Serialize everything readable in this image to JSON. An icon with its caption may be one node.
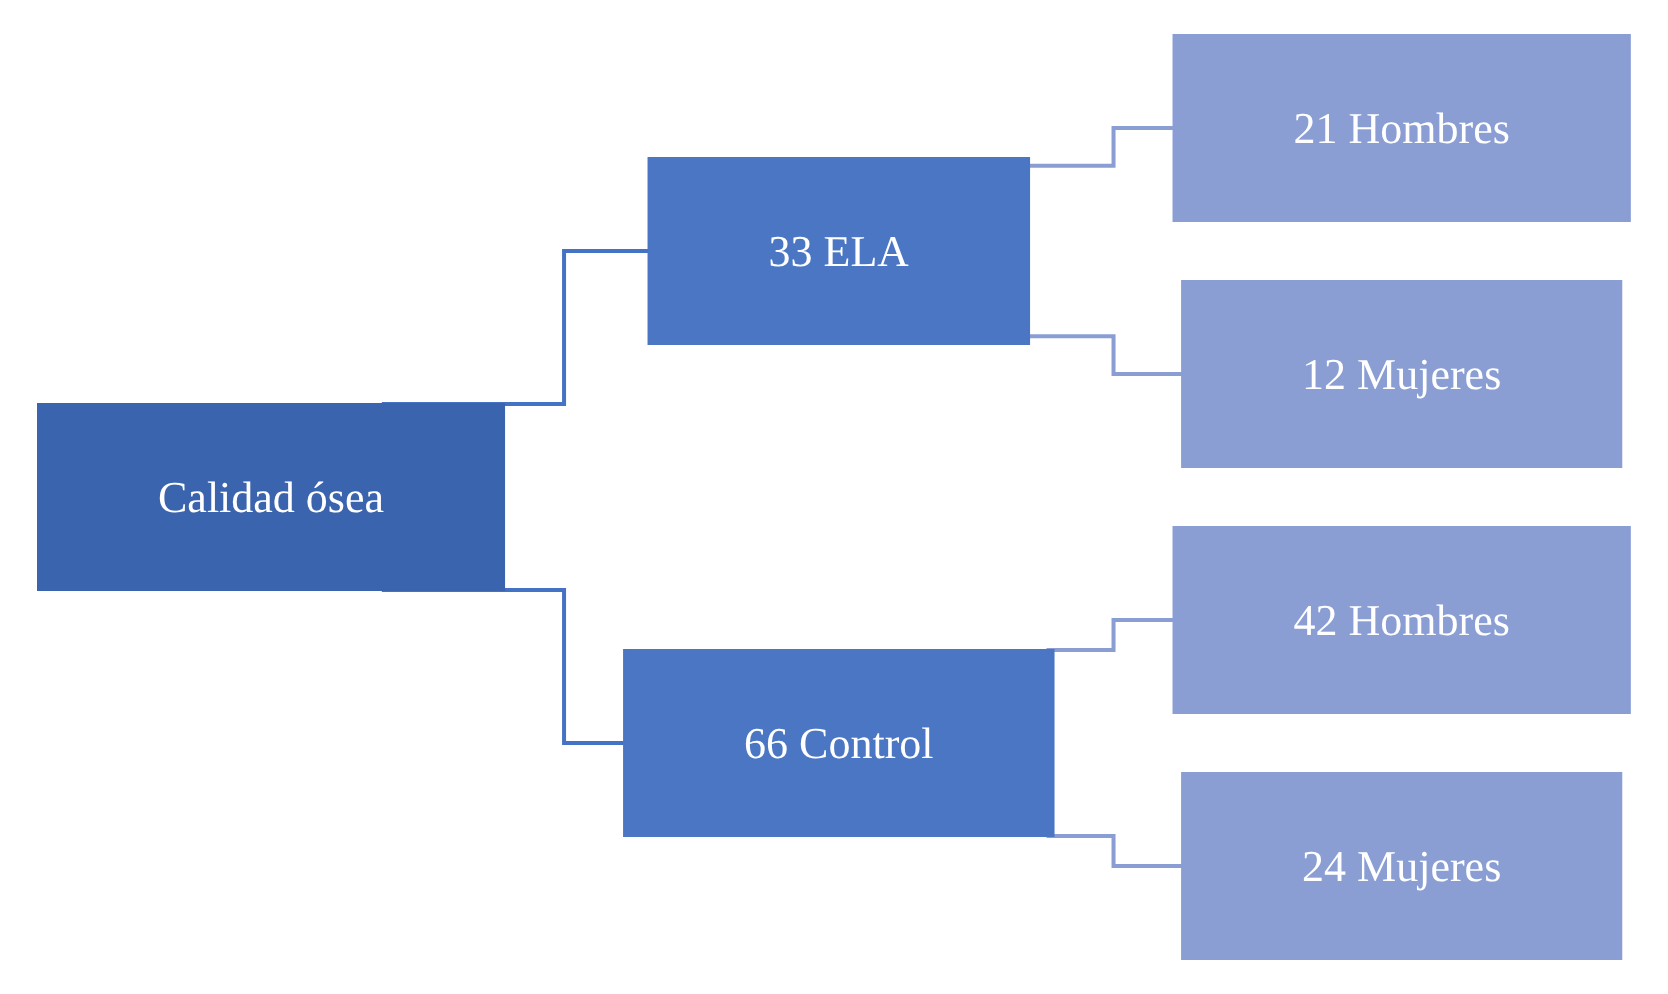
{
  "diagram": {
    "nodes": [
      {
        "text": [
          "Calidad ósea"
        ]
      },
      {
        "text": [
          "33 ELA"
        ]
      },
      {
        "text": [
          "21 Hombres"
        ]
      },
      {
        "text": [
          "12 Mujeres"
        ]
      },
      {
        "text": [
          "66 Control"
        ]
      },
      {
        "text": [
          "42 Hombres"
        ]
      },
      {
        "text": [
          "24 Mujeres"
        ]
      }
    ],
    "edges": [
      {
        "from": 0,
        "to": 1,
        "arrow": "none",
        "color": "#4472c4"
      },
      {
        "from": 0,
        "to": 4,
        "arrow": "none",
        "color": "#4472c4"
      },
      {
        "from": 1,
        "to": 2,
        "arrow": "none"
      },
      {
        "from": 1,
        "to": 3,
        "arrow": "none"
      },
      {
        "from": 4,
        "to": 5,
        "arrow": "none"
      },
      {
        "from": 4,
        "to": 6,
        "arrow": "none"
      }
    ]
  }
}
